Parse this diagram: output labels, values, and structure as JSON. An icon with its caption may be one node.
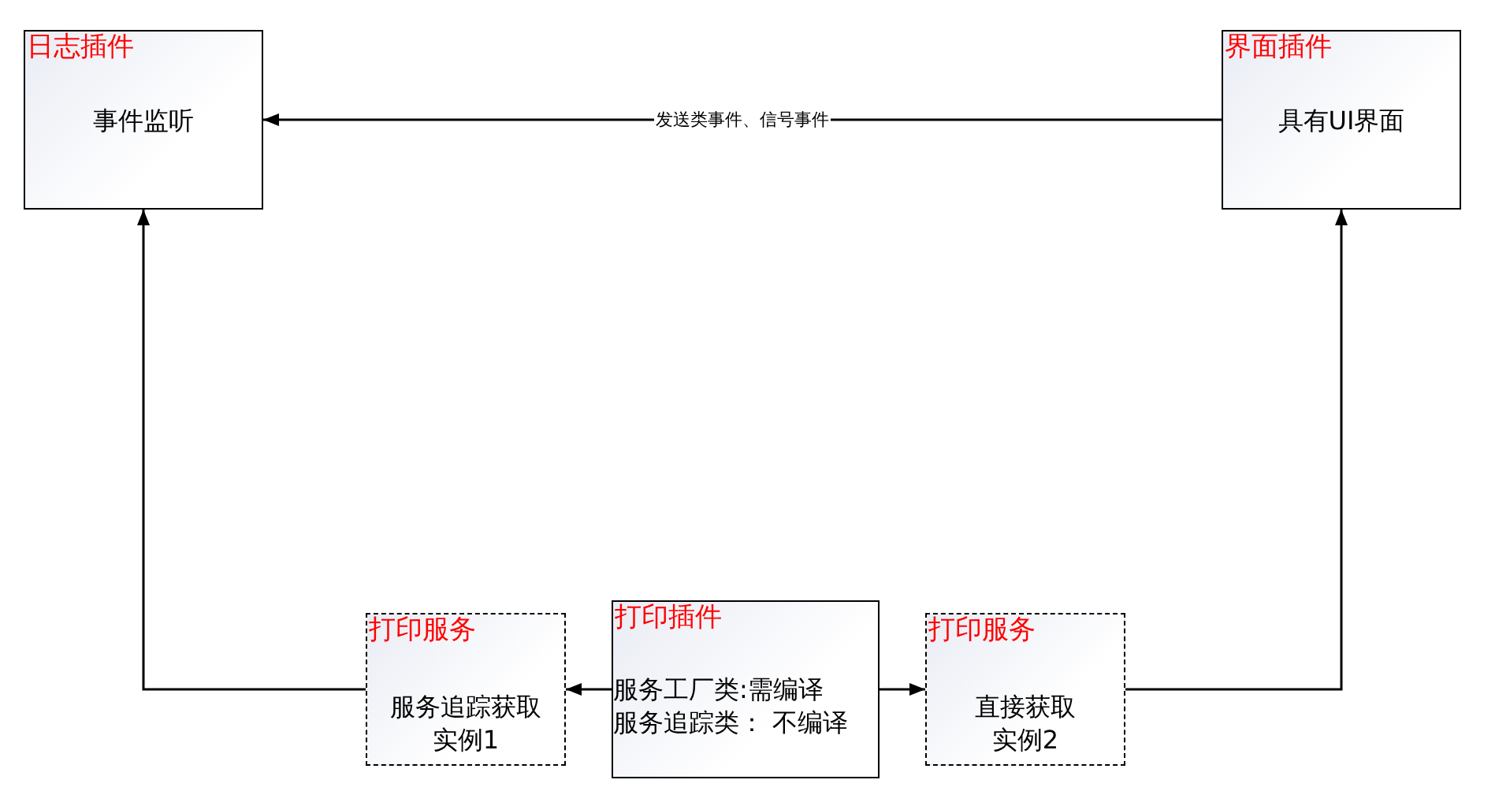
{
  "diagram": {
    "nodes": [
      {
        "text": [
          "日志插件",
          "事件监听"
        ]
      },
      {
        "text": [
          "界面插件",
          "具有UI界面"
        ]
      },
      {
        "text": [
          "打印服务",
          "服务追踪获取实例1"
        ]
      },
      {
        "text": [
          "打印插件",
          "服务工厂类:需编译",
          "服务追踪类： 不编译"
        ]
      },
      {
        "text": [
          "打印服务",
          "直接获取实例2"
        ]
      }
    ],
    "edges": [
      {
        "from": 1,
        "to": 0,
        "arrow": "to",
        "label": "发送类事件、信号事件"
      },
      {
        "from": 2,
        "to": 0,
        "arrow": "to"
      },
      {
        "from": 3,
        "to": 2,
        "arrow": "to"
      },
      {
        "from": 3,
        "to": 4,
        "arrow": "to"
      },
      {
        "from": 4,
        "to": 1,
        "arrow": "to"
      }
    ]
  }
}
